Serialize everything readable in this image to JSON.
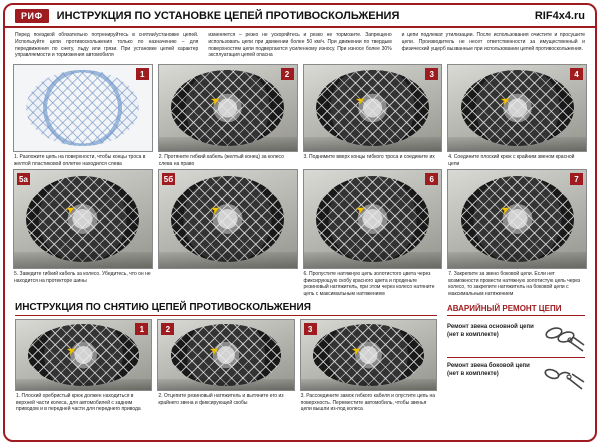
{
  "page": {
    "brand": "РИФ",
    "title": "ИНСТРУКЦИЯ ПО УСТАНОВКЕ ЦЕПЕЙ ПРОТИВОСКОЛЬЖЕНИЯ",
    "site": "RIF4x4.ru"
  },
  "colors": {
    "accent": "#9e1c20"
  },
  "intro": {
    "col1": "Перед поездкой обязательно потренируйтесь в снятии/установке цепей. Используйте цепи противоскольжения только по назначению – для передвижения по снегу, льду или грязи. При установке цепей характер управляемости и торможения автомобиля",
    "col2": "изменяется – резко не ускоряйтесь и резко не тормозите. Запрещено использовать цепи при движении более 50 км/ч. При движении по твердым поверхностям цепи подвергаются усиленному износу. При износе более 30% эксплуатация цепей опасна",
    "col3": "и цепи подлежат утилизации. После использования очистите и просушите цепи. Производитель не несет ответственности за имущественный и физический ущерб вызванные при использовании цепей противоскольжения."
  },
  "install_steps": [
    {
      "num": "1",
      "caption": "1. Разложите цепь на поверхности, чтобы концы троса в желтой пластиковой оплетке находился слева"
    },
    {
      "num": "2",
      "caption": "2. Протяните гибкий кабель (желтый конец) за колесо слева на право"
    },
    {
      "num": "3",
      "caption": "3. Поднимите вверх концы гибкого троса и соедините их"
    },
    {
      "num": "4",
      "caption": "4. Соедините плоский крюк с крайним звеном красной цепи"
    },
    {
      "num": "5а",
      "caption": "5. Заведите гибкий кабель за колесо. Убедитесь, что он не находится на протекторе шины"
    },
    {
      "num": "5б",
      "caption": ""
    },
    {
      "num": "6",
      "caption": "6. Пропустите натяжную цепь золотистого цвета через фиксирующую скобу красного цвета и проденьте резиновый натяжитель, при этом через колесо натяните цепь с максимальным натяжением"
    },
    {
      "num": "7",
      "caption": "7. Закрепите за звено боковой цепи. Если нет возможности провести натяжную золотистую цепь через колесо, то закрепите натяжитель на боковой цепи с максимальным натяжением"
    }
  ],
  "removal": {
    "title": "ИНСТРУКЦИЯ ПО СНЯТИЮ ЦЕПЕЙ ПРОТИВОСКОЛЬЖЕНИЯ",
    "steps": [
      {
        "num": "1",
        "caption": "1. Плоский оребристый крюк должен находиться в верхней части колеса, для автомобилей с задним приводом и в передней части для переднего привода"
      },
      {
        "num": "2",
        "caption": "2. Отцепите резиновый натяжитель и вытяните его из крайнего звена и фиксирующей скобы"
      },
      {
        "num": "3",
        "caption": "3. Рассоедините замок гибкого кабеля и опустите цепь на поверхность. Переместите автомобиль, чтобы звенья цепи вышли из-под колеса"
      }
    ]
  },
  "repair": {
    "title": "АВАРИЙНЫЙ РЕМОНТ ЦЕПИ",
    "items": [
      {
        "text": "Ремонт звена основной цепи (нет в комплекте)"
      },
      {
        "text": "Ремонт звена боковой цепи (нет в комплекте)"
      }
    ]
  }
}
